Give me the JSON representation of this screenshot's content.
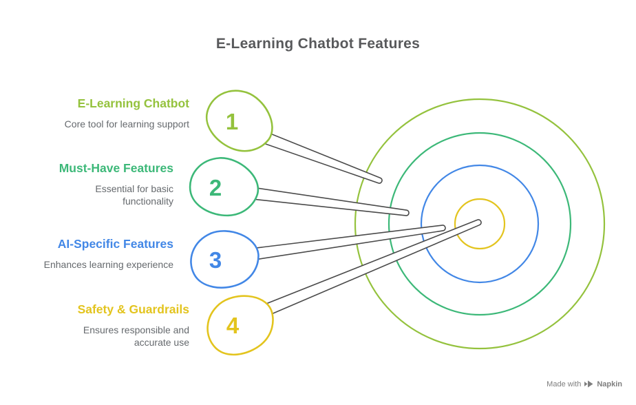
{
  "title": "E-Learning Chatbot Features",
  "items": [
    {
      "number": "1",
      "heading": "E-Learning Chatbot",
      "description": "Core tool for learning support",
      "color": "#94c23d"
    },
    {
      "number": "2",
      "heading": "Must-Have Features",
      "description": "Essential for basic functionality",
      "color": "#3cb878"
    },
    {
      "number": "3",
      "heading": "AI-Specific Features",
      "description": "Enhances learning experience",
      "color": "#4287e6"
    },
    {
      "number": "4",
      "heading": "Safety & Guardrails",
      "description": "Ensures responsible and accurate use",
      "color": "#e3c41e"
    }
  ],
  "target": {
    "rings": [
      {
        "name": "ring-1-outer",
        "color": "#94c23d"
      },
      {
        "name": "ring-2",
        "color": "#3cb878"
      },
      {
        "name": "ring-3",
        "color": "#4287e6"
      },
      {
        "name": "ring-4-bullseye",
        "color": "#e3c41e"
      }
    ]
  },
  "watermark": {
    "prefix": "Made with",
    "brand": "Napkin",
    "icon": "napkin-logo-icon"
  },
  "colors": {
    "title": "#58595b",
    "description": "#65696d",
    "connector": "#4a4a4a",
    "background": "#ffffff"
  }
}
